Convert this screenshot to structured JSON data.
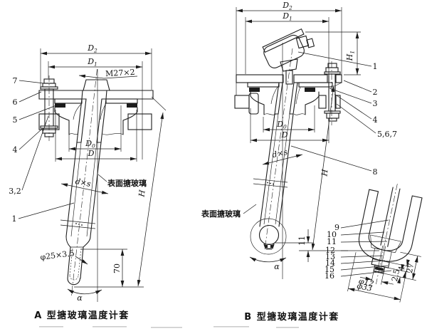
{
  "figure": {
    "type": "technical-drawing",
    "background": "#ffffff",
    "ink": "#1c1c1c"
  },
  "drawing_a": {
    "caption": "A 型搪玻璃温度计套",
    "surface_note": "表面搪玻璃",
    "dims": {
      "D2": {
        "base": "D",
        "sub": "2"
      },
      "D1": {
        "base": "D",
        "sub": "1"
      },
      "thread": "M27×2",
      "D0": {
        "base": "D",
        "sub": "0"
      },
      "D": "D",
      "dxs": "d×s",
      "tip_dia": "φ25×3.5",
      "tip_len": "70",
      "H": "H",
      "alpha": "α"
    },
    "parts": {
      "p7": "7",
      "p6": "6",
      "p5": "5",
      "p4": "4",
      "p32": "3,2",
      "p1": "1"
    }
  },
  "drawing_b": {
    "caption": "B 型搪玻璃温度计套",
    "surface_note": "表面搪玻璃",
    "dims": {
      "D2": {
        "base": "D",
        "sub": "2"
      },
      "D1": {
        "base": "D",
        "sub": "1"
      },
      "H1": {
        "base": "H",
        "sub": "1"
      },
      "D0": {
        "base": "D",
        "sub": "0"
      },
      "D": "D",
      "dxs": "d×s",
      "H": "H",
      "alpha": "α",
      "tip_protrusion": "11"
    },
    "parts": {
      "p1": "1",
      "p2": "2",
      "p3": "3",
      "p4": "4",
      "p567": "5,6,7",
      "p8": "8"
    },
    "detail": {
      "parts": {
        "p9": "9",
        "p10": "10",
        "p11": "11",
        "p12": "12",
        "p13": "13",
        "p14": "14",
        "p15": "15",
        "p16": "16"
      },
      "dims": {
        "bore": "φ12",
        "outer": "φ33",
        "len": "27",
        "step": "4",
        "tip": "2.5"
      }
    }
  }
}
